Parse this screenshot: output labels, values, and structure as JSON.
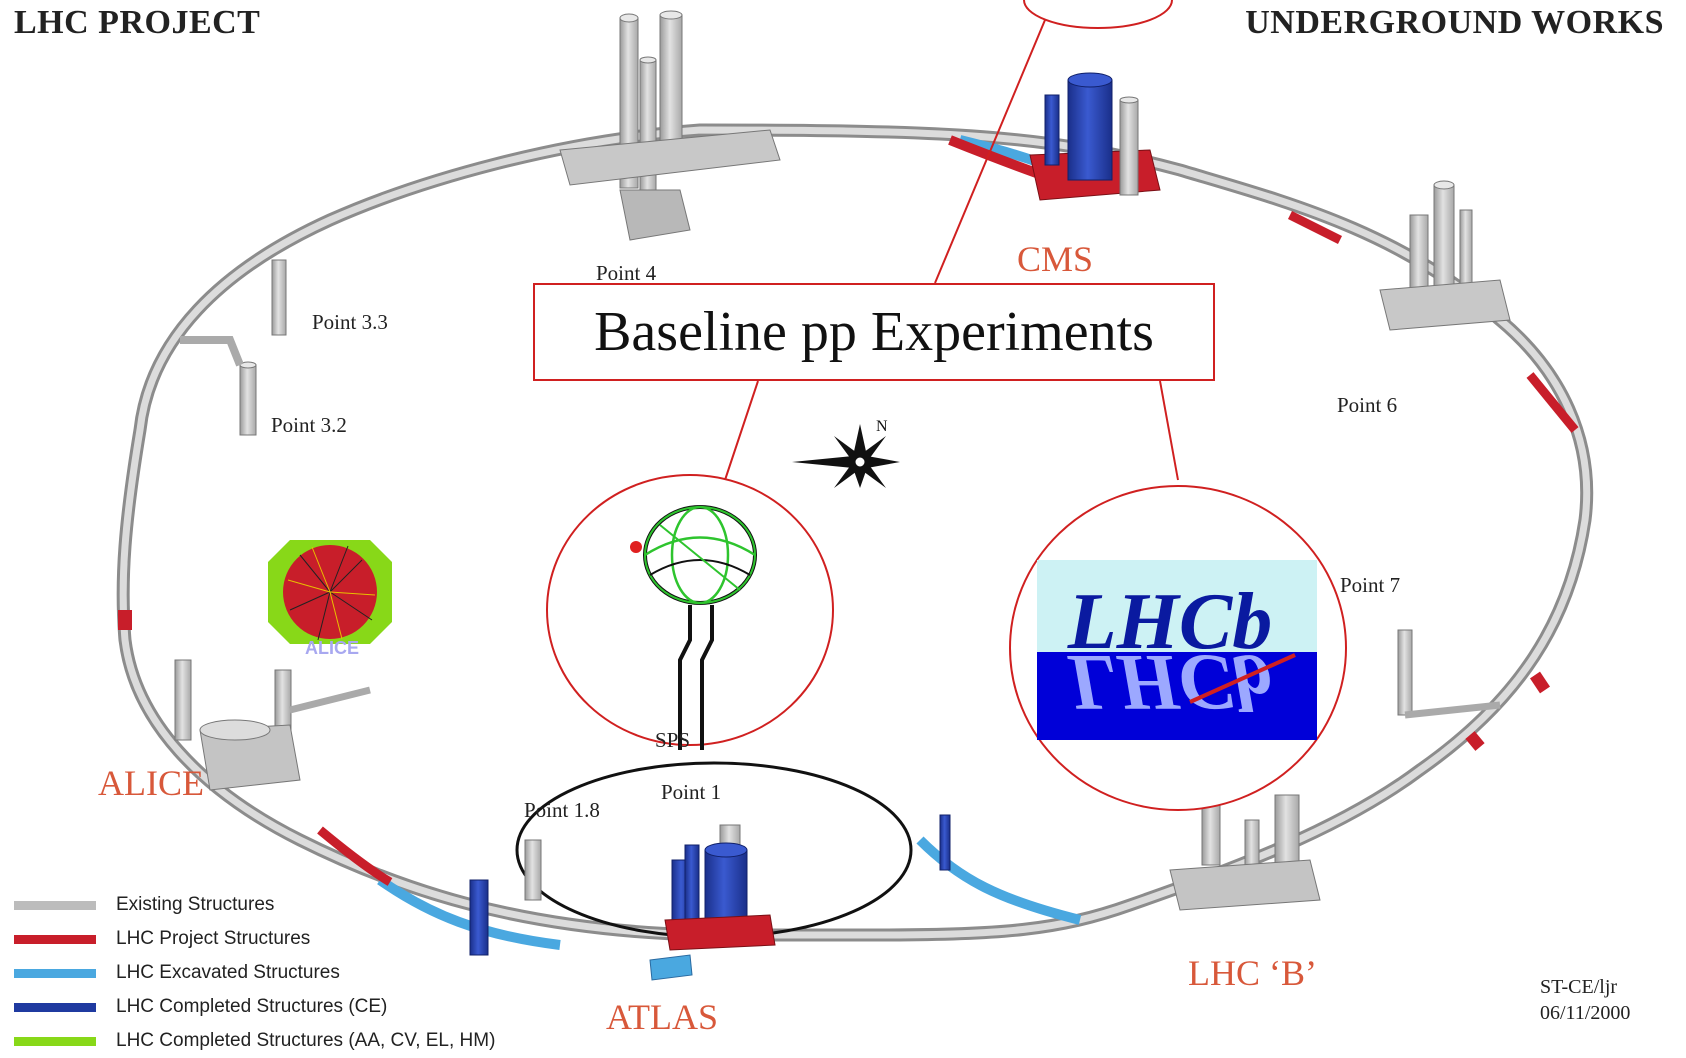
{
  "header": {
    "left": "LHC PROJECT",
    "right": "UNDERGROUND WORKS"
  },
  "callout": {
    "text": "Baseline pp Experiments"
  },
  "experiments": {
    "cms": "CMS",
    "alice": "ALICE",
    "atlas": "ATLAS",
    "lhcb": "LHC ‘B’"
  },
  "points": {
    "p4": "Point 4",
    "p33": "Point 3.3",
    "p32": "Point 3.2",
    "p6": "Point 6",
    "p7": "Point 7",
    "p1": "Point 1",
    "p18": "Point 1.8",
    "sps": "SPS"
  },
  "compass": "N",
  "logos": {
    "lhcb_text": "LHCb",
    "alice_text": "ALICE"
  },
  "legend": [
    {
      "label": "Existing Structures",
      "color": "#bcbcbc"
    },
    {
      "label": "LHC Project Structures",
      "color": "#c81e2a"
    },
    {
      "label": "LHC Excavated Structures",
      "color": "#4aa8e0"
    },
    {
      "label": "LHC Completed Structures (CE)",
      "color": "#1f3aa0"
    },
    {
      "label": "LHC Completed Structures (AA, CV, EL, HM)",
      "color": "#88d818"
    }
  ],
  "stamp": {
    "line1": "ST-CE/ljr",
    "line2": "06/11/2000"
  },
  "colors": {
    "accent": "#d02020",
    "existing": "#bcbcbc",
    "project": "#c81e2a",
    "excavated": "#4aa8e0",
    "completed_ce": "#1f3aa0",
    "label_red": "#d8583a"
  }
}
